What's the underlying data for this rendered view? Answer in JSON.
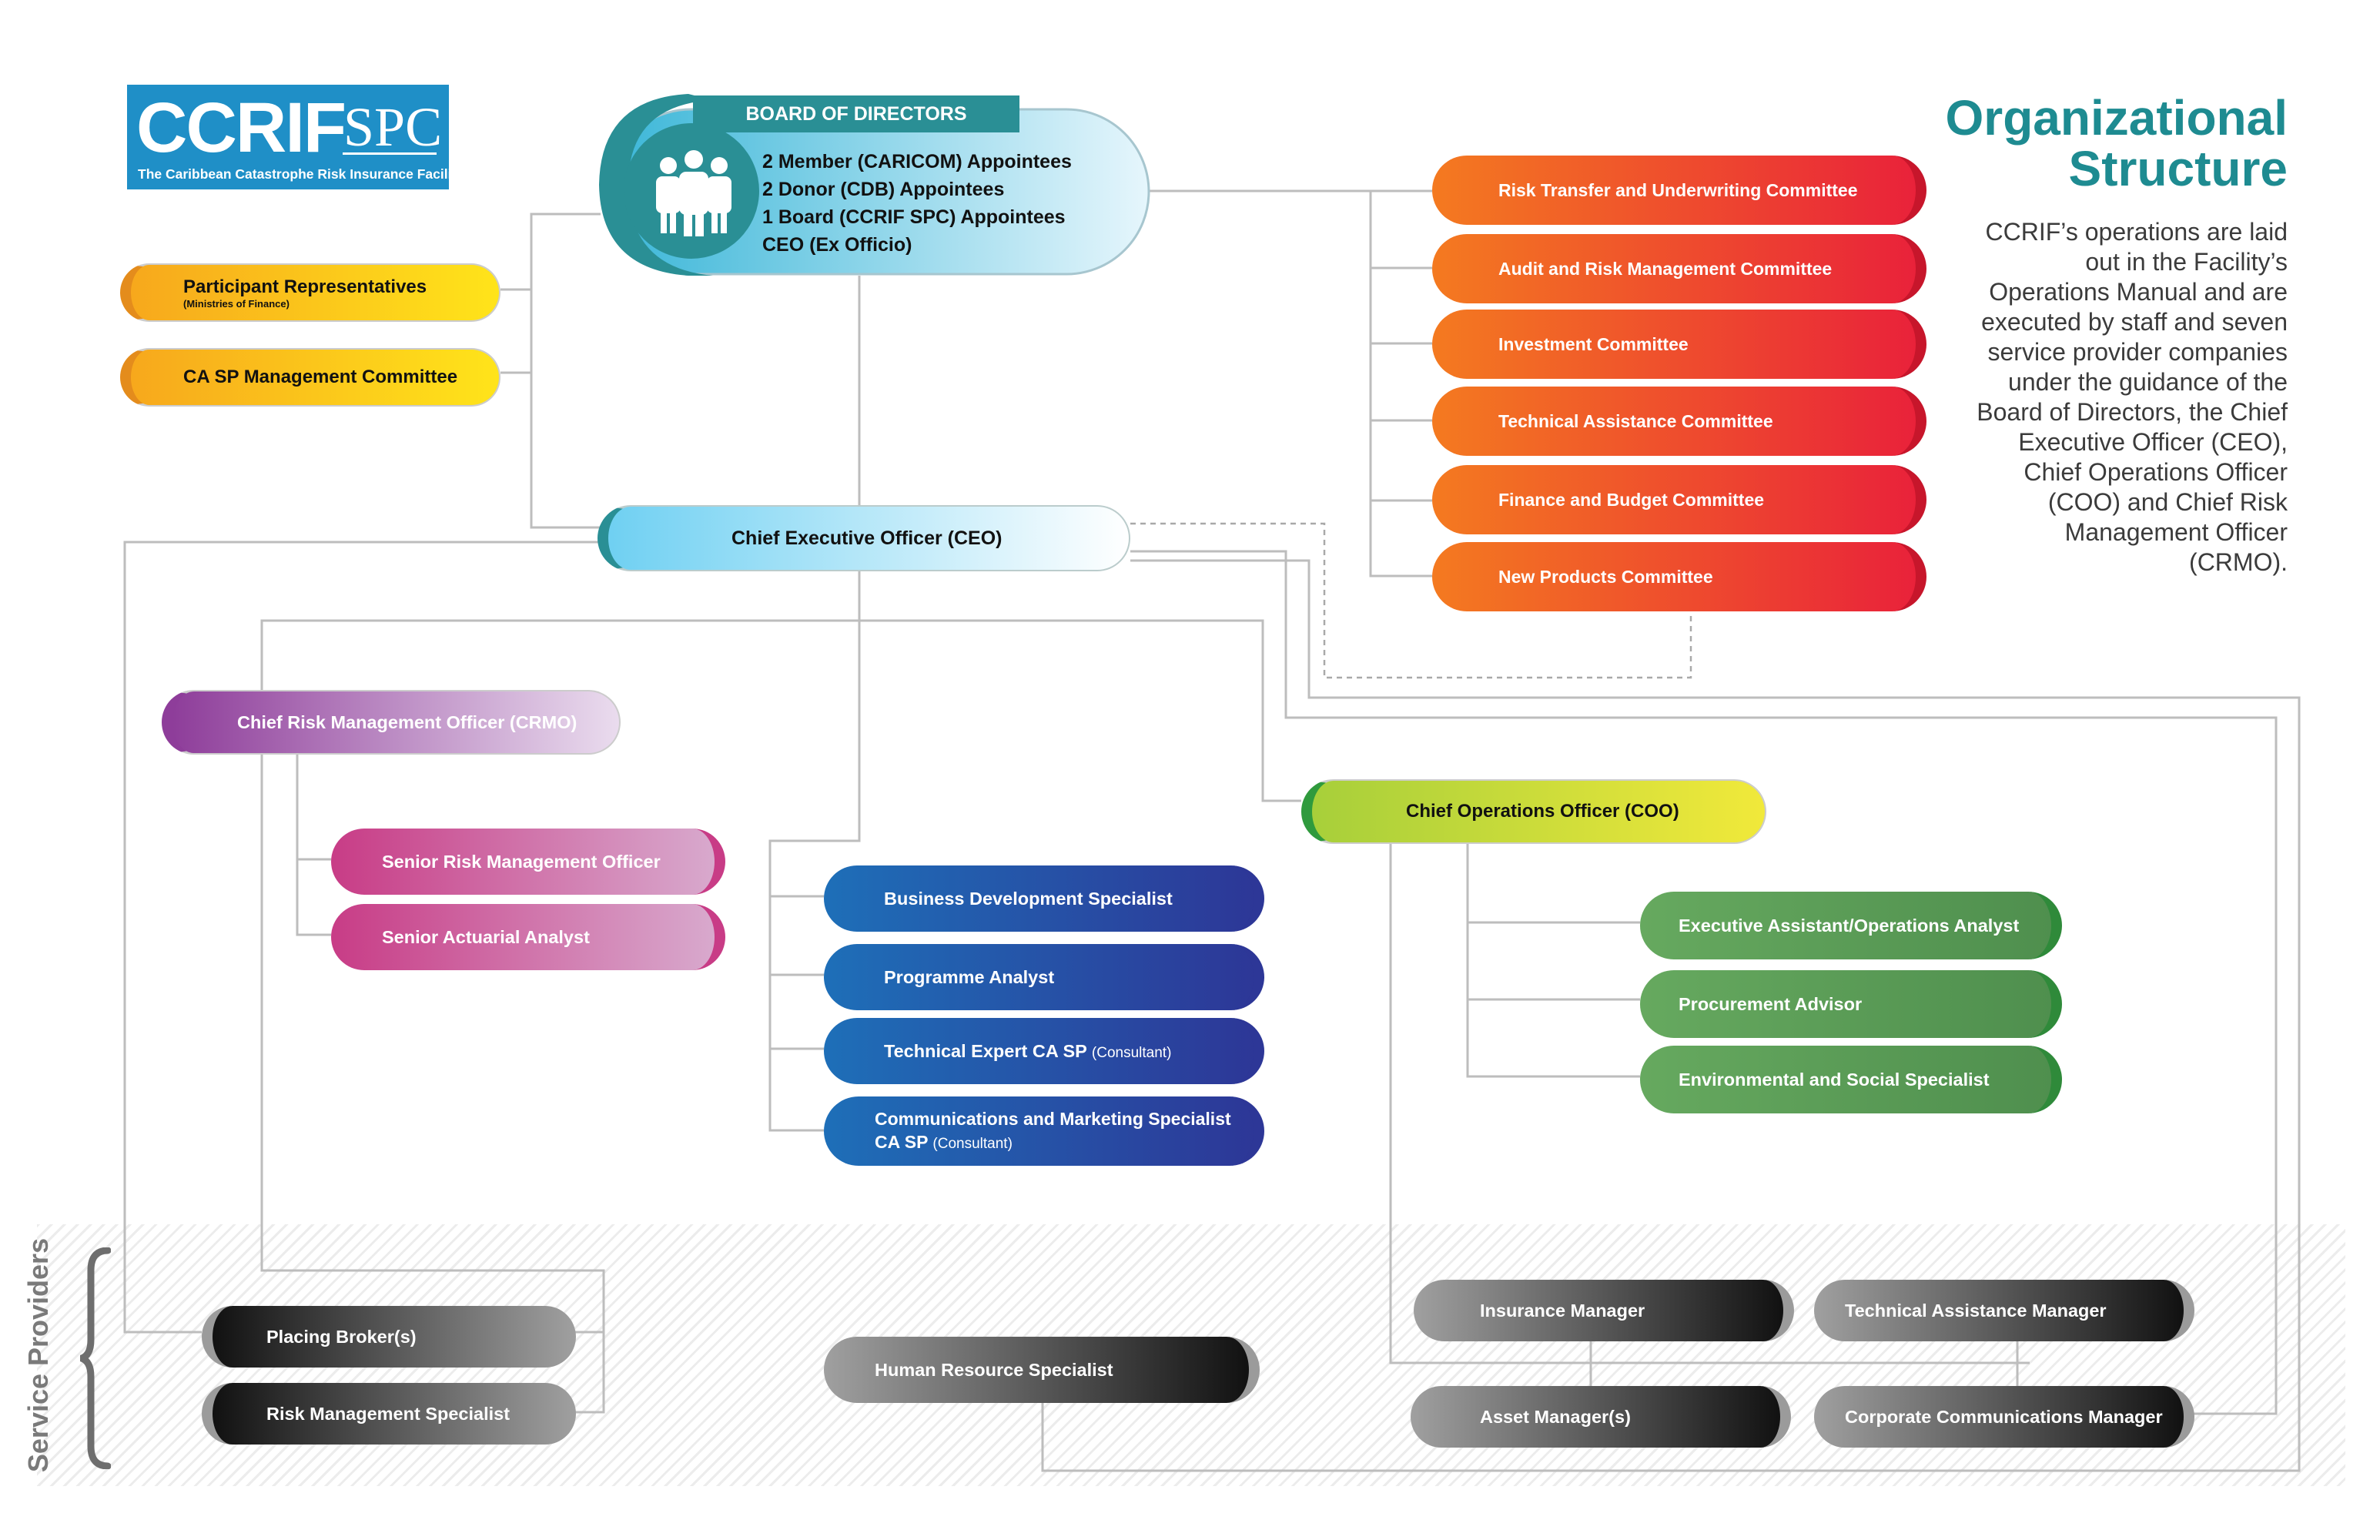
{
  "logo": {
    "main": "CCRIF",
    "suffix": "SPC",
    "tagline": "The Caribbean Catastrophe Risk Insurance Facility"
  },
  "header": {
    "title_line1": "Organizational",
    "title_line2": "Structure",
    "description": "CCRIF’s operations are laid out in the Facility’s Operations Manual and are executed by staff and seven service provider companies under the guidance of the Board of Directors, the Chief Executive Officer (CEO), Chief Operations Officer (COO) and Chief Risk Management Officer (CRMO)."
  },
  "board": {
    "title": "BOARD OF DIRECTORS",
    "lines": [
      "2 Member  (CARICOM) Appointees",
      "2 Donor (CDB) Appointees",
      "1 Board (CCRIF SPC) Appointees",
      "CEO (Ex Officio)"
    ]
  },
  "advisory": {
    "participants": "Participant  Representatives",
    "participants_sub": "(Ministries of Finance)",
    "casp": "CA SP Management Committee"
  },
  "committees": [
    "Risk Transfer and Underwriting Committee",
    "Audit and Risk Management Committee",
    "Investment Committee",
    "Technical Assistance Committee",
    "Finance and Budget Committee",
    "New Products Committee"
  ],
  "ceo": "Chief Executive Officer (CEO)",
  "crmo": {
    "title": "Chief Risk Management Officer (CRMO)",
    "reports": [
      "Senior Risk Management Officer",
      "Senior Actuarial Analyst"
    ]
  },
  "ceo_staff": {
    "business": "Business Development Specialist",
    "programme": "Programme Analyst",
    "tech_expert": "Technical Expert CA SP",
    "comms_line1": "Communications and Marketing Specialist",
    "comms_line2": "CA SP",
    "consultant": "(Consultant)"
  },
  "coo": {
    "title": "Chief Operations Officer (COO)",
    "reports": [
      "Executive Assistant/Operations Analyst",
      "Procurement Advisor",
      "Environmental and Social Specialist"
    ]
  },
  "service_providers": {
    "label": "Service Providers",
    "placing": "Placing Broker(s)",
    "risk_mgmt": "Risk Management Specialist",
    "hr": "Human Resource Specialist",
    "insurance": "Insurance Manager",
    "tech_assist": "Technical Assistance Manager",
    "asset": "Asset Manager(s)",
    "corp_comms": "Corporate Communications Manager"
  },
  "colors": {
    "teal": "#2a8f95",
    "ceo_blue": "#6fd0f2",
    "crmo_purple": "#8e3d9a",
    "pink": "#c83c86",
    "navy": "#2d3797",
    "coo_green": "#a7cf3a",
    "dark_green": "#4f8f4e",
    "orange": "#f47a20",
    "red": "#e9223a",
    "yellow": "#ffe41a",
    "service_dark": "#111111"
  },
  "icons": [
    "people-group-icon",
    "brace-icon"
  ]
}
